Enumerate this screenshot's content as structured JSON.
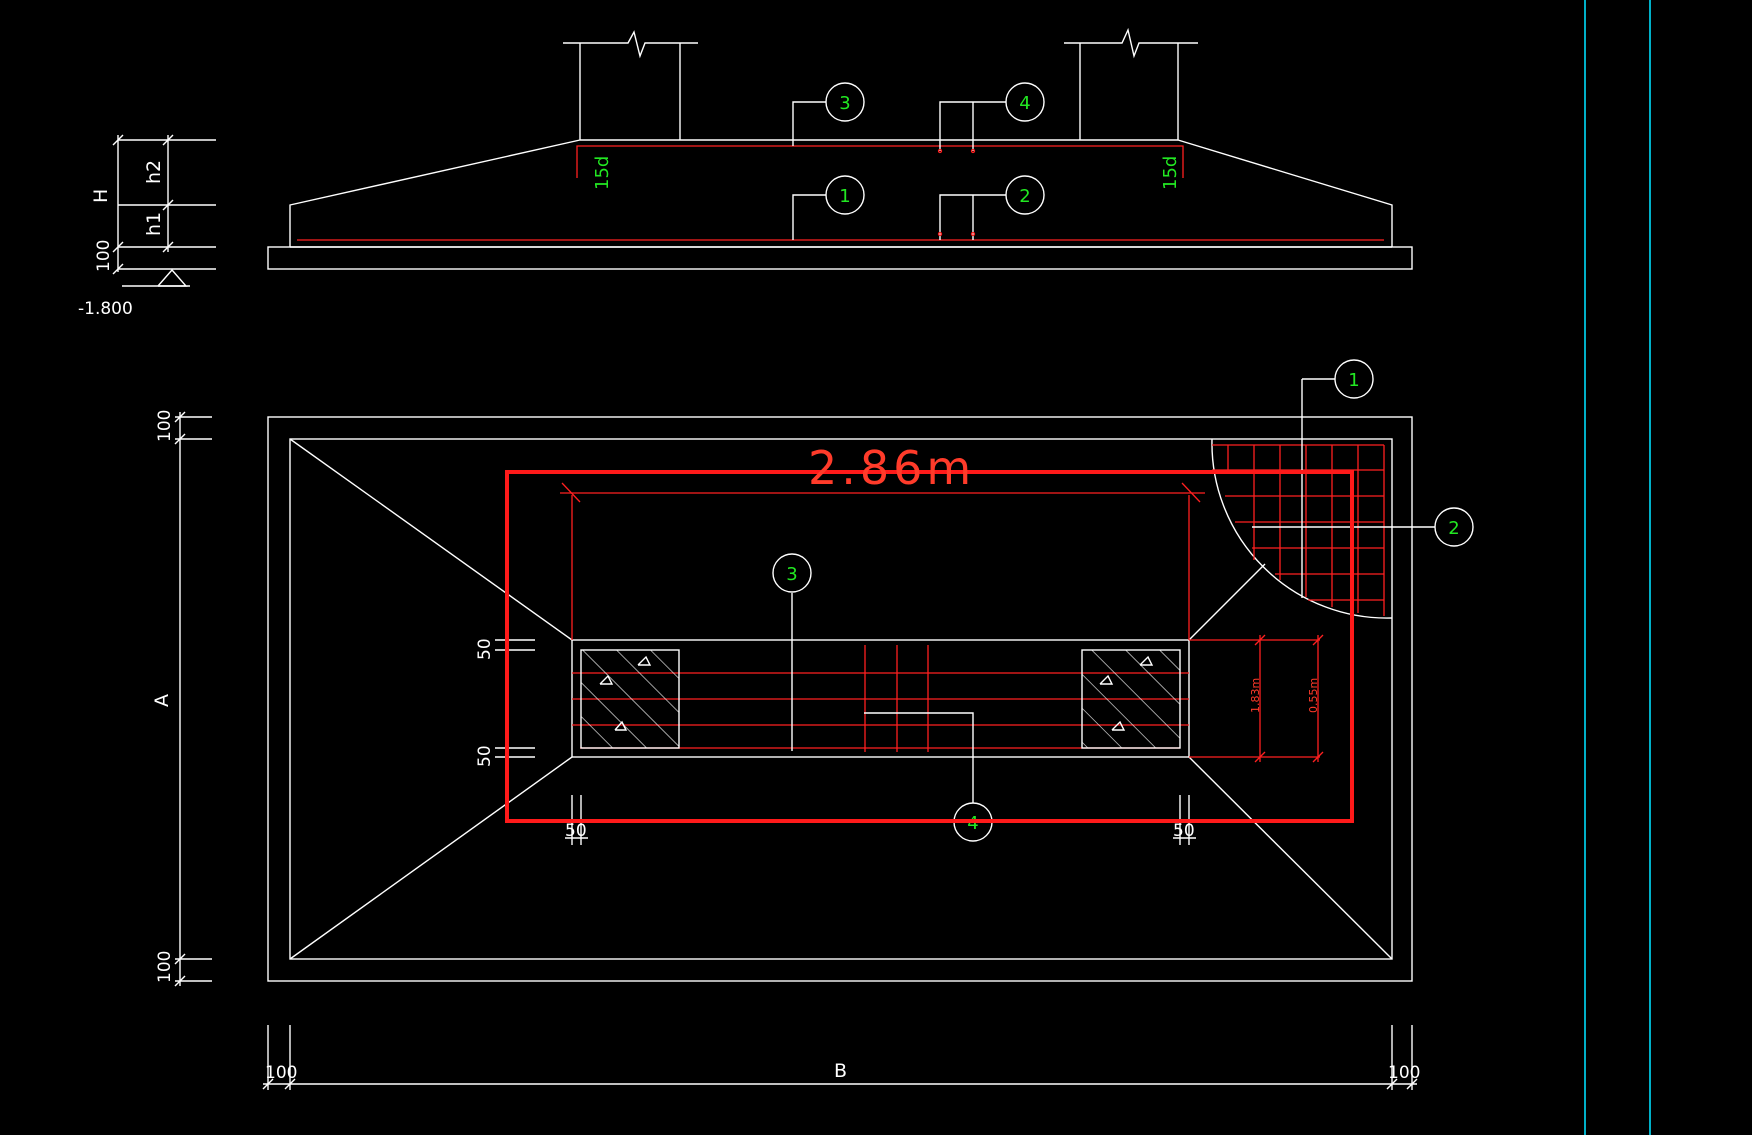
{
  "section": {
    "elevation": "-1.800",
    "dims": {
      "H": "H",
      "h2": "h2",
      "h1": "h1",
      "base": "100"
    },
    "hooks": [
      "15d",
      "15d"
    ],
    "markers": [
      "3",
      "4",
      "1",
      "2"
    ]
  },
  "plan": {
    "dims": {
      "top": "100",
      "A": "A",
      "bottom": "100",
      "left": "100",
      "B": "B",
      "right": "100"
    },
    "pad_dims": [
      "50",
      "50",
      "50",
      "50"
    ],
    "highlight_label": "2.86m",
    "side_dims": [
      "1.83m",
      "0.55m"
    ],
    "markers": [
      "1",
      "2",
      "3",
      "4"
    ]
  },
  "colors": {
    "line": "#ffffff",
    "rebar": "#ff2020",
    "label": "#22e822",
    "highlight": "#ff1a1a",
    "guide": "#00b0c8"
  }
}
